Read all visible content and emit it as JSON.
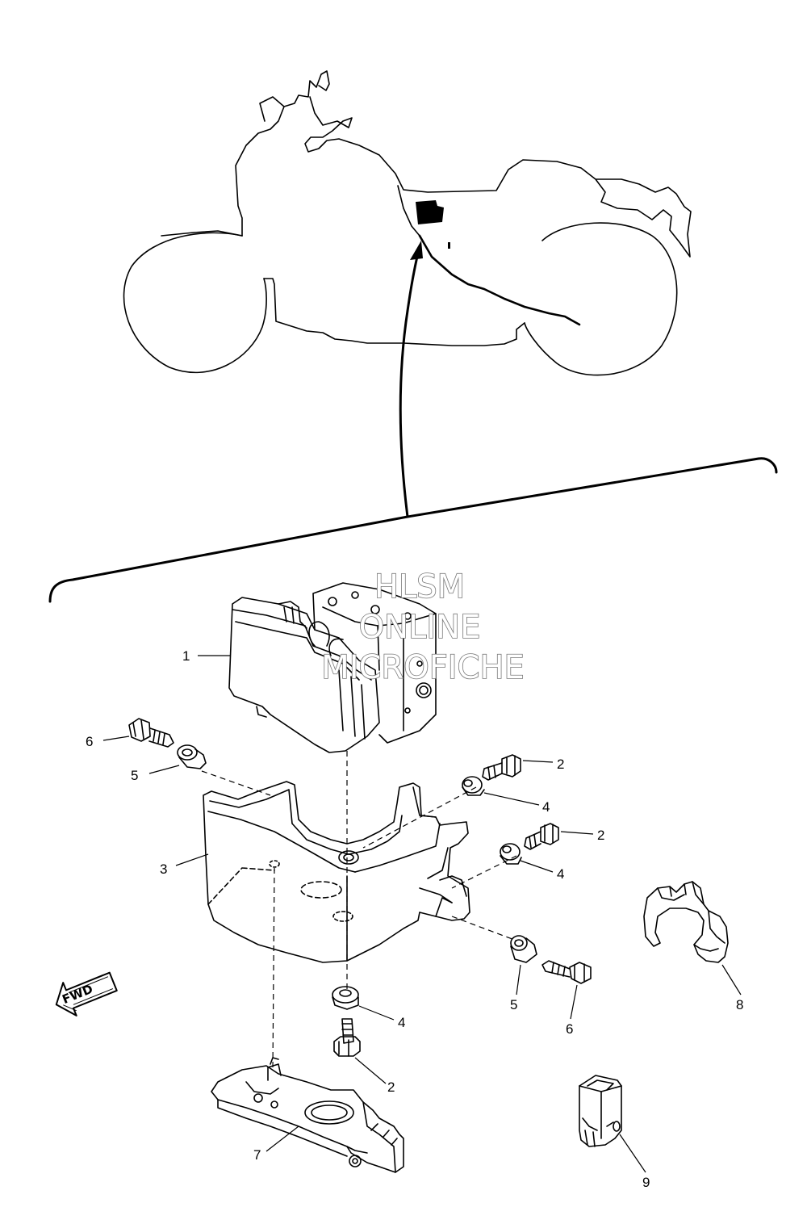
{
  "watermark": {
    "line1": "HLSM",
    "line2": "ONLINE",
    "line3": "MICROFICHE"
  },
  "direction_arrow": {
    "label": "FWD",
    "icon": "fwd-arrow-icon"
  },
  "callouts": [
    {
      "id": "c1",
      "number": "1"
    },
    {
      "id": "c6a",
      "number": "6"
    },
    {
      "id": "c5a",
      "number": "5"
    },
    {
      "id": "c2a",
      "number": "2"
    },
    {
      "id": "c4a",
      "number": "4"
    },
    {
      "id": "c2b",
      "number": "2"
    },
    {
      "id": "c3",
      "number": "3"
    },
    {
      "id": "c4b",
      "number": "4"
    },
    {
      "id": "c8",
      "number": "8"
    },
    {
      "id": "c5b",
      "number": "5"
    },
    {
      "id": "c6b",
      "number": "6"
    },
    {
      "id": "c4c",
      "number": "4"
    },
    {
      "id": "c2c",
      "number": "2"
    },
    {
      "id": "c7",
      "number": "7"
    },
    {
      "id": "c9",
      "number": "9"
    }
  ],
  "colors": {
    "line": "#000000",
    "background": "#ffffff",
    "watermark_outline": "#777777"
  }
}
